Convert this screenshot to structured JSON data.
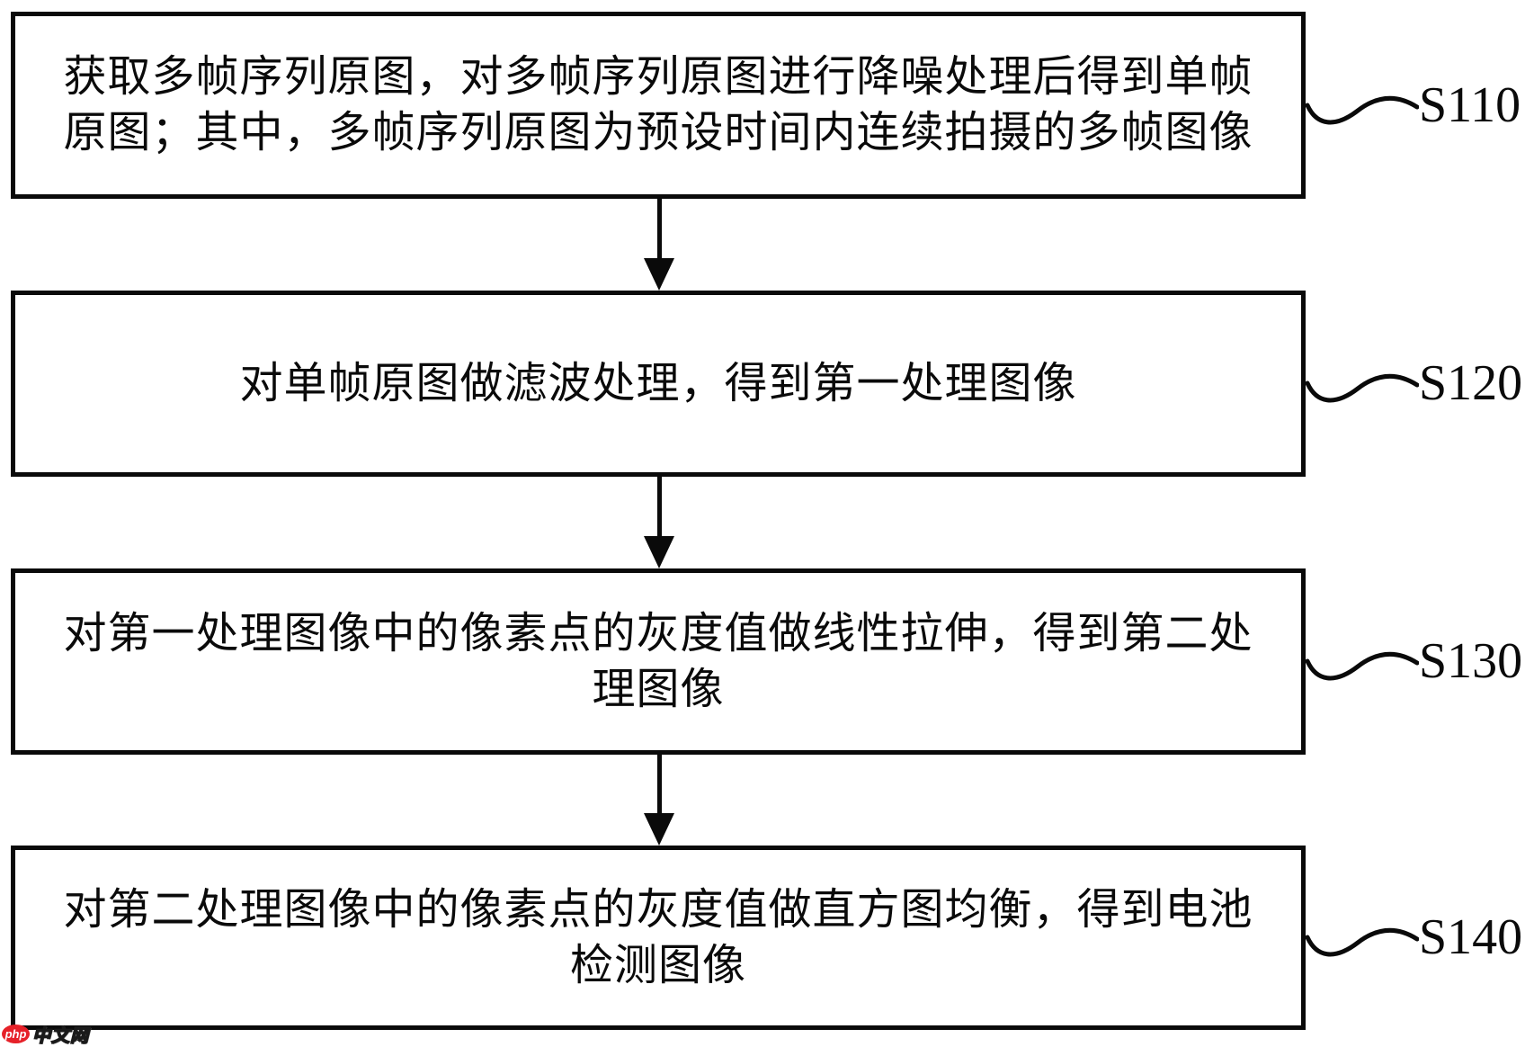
{
  "figure": {
    "colors": {
      "line": "#0a0a0a",
      "background": "#ffffff",
      "watermark_badge": "#e62129"
    },
    "steps": [
      {
        "id": "S110",
        "lines": [
          "获取多帧序列原图，对多帧序列原图进行降噪处理后得到单帧",
          "原图；其中，多帧序列原图为预设时间内连续拍摄的多帧图像"
        ]
      },
      {
        "id": "S120",
        "lines": [
          "对单帧原图做滤波处理，得到第一处理图像"
        ]
      },
      {
        "id": "S130",
        "lines": [
          "对第一处理图像中的像素点的灰度值做线性拉伸，得到第二处",
          "理图像"
        ]
      },
      {
        "id": "S140",
        "lines": [
          "对第二处理图像中的像素点的灰度值做直方图均衡，得到电池",
          "检测图像"
        ]
      }
    ],
    "watermark": {
      "badge": "php",
      "text": "中文网"
    }
  }
}
